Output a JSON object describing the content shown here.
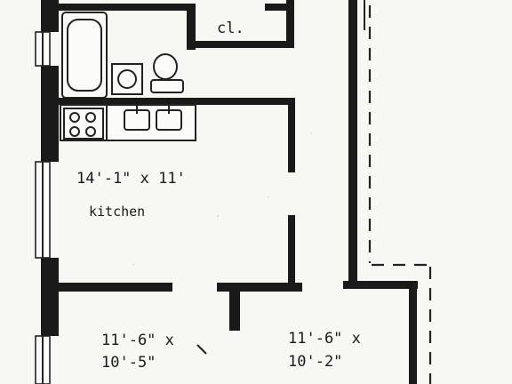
{
  "closet": {
    "label": "cl."
  },
  "kitchen": {
    "dimensions": "14'-1\" x 11'",
    "name": "kitchen"
  },
  "room_left": {
    "line1": "11'-6\" x",
    "line2": "10'-5\""
  },
  "room_right": {
    "line1": "11'-6\" x",
    "line2": "10'-2\""
  }
}
